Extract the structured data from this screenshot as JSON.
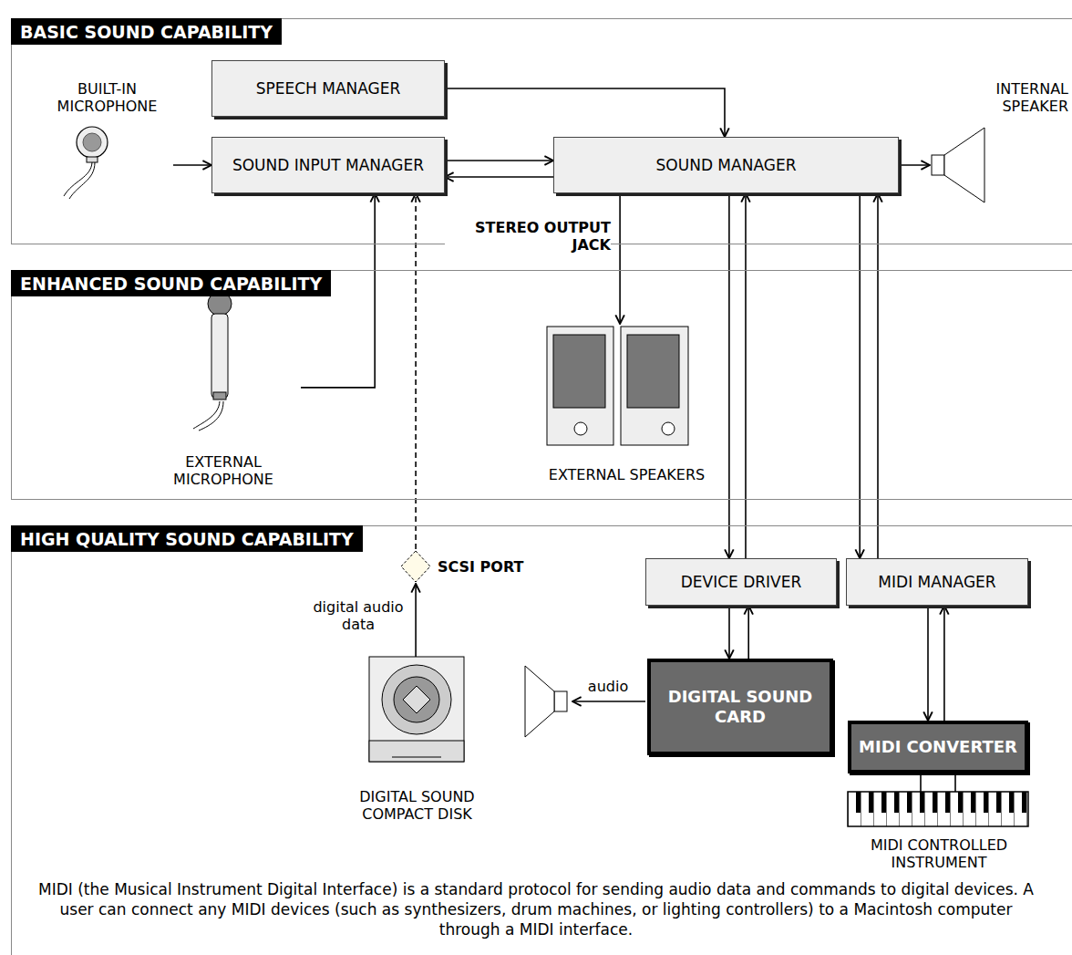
{
  "diagram": {
    "caption": "MIDI (the Musical Instrument Digital Interface) is a standard protocol for sending audio data and commands to digital devices. A user can connect any MIDI devices (such as synthesizers, drum machines, or lighting controllers) to a Macintosh computer through a MIDI interface.",
    "nodes": [
      {
        "text": [
          "BASIC SOUND CAPABILITY"
        ]
      },
      {
        "text": [
          "BUILT-IN MICROPHONE"
        ],
        "in": 0
      },
      {
        "text": [
          "SPEECH MANAGER"
        ],
        "in": 0
      },
      {
        "text": [
          "SOUND INPUT MANAGER"
        ],
        "in": 0
      },
      {
        "text": [
          "SOUND MANAGER"
        ],
        "in": 0
      },
      {
        "text": [
          "INTERNAL SPEAKER"
        ],
        "in": 0
      },
      {
        "text": [
          "ENHANCED SOUND CAPABILITY"
        ]
      },
      {
        "text": [
          "EXTERNAL MICROPHONE"
        ],
        "in": 6
      },
      {
        "text": [
          "EXTERNAL SPEAKERS"
        ],
        "in": 6
      },
      {
        "text": [
          "HIGH QUALITY SOUND CAPABILITY"
        ]
      },
      {
        "text": [
          "SCSI PORT"
        ],
        "in": 9
      },
      {
        "text": [
          "DEVICE DRIVER"
        ],
        "in": 9
      },
      {
        "text": [
          "MIDI MANAGER"
        ],
        "in": 9
      },
      {
        "text": [
          "DIGITAL SOUND COMPACT DISK"
        ],
        "in": 9
      },
      {
        "text": [
          "DIGITAL SOUND CARD"
        ],
        "in": 9
      },
      {
        "text": [
          "MIDI CONVERTER"
        ],
        "in": 9
      },
      {
        "text": [
          "MIDI CONTROLLED INSTRUMENT"
        ],
        "in": 9
      }
    ],
    "edges": [
      {
        "from": 1,
        "to": 3,
        "arrow": "to"
      },
      {
        "from": 2,
        "to": 4,
        "arrow": "to"
      },
      {
        "from": 3,
        "to": 4,
        "arrow": "to"
      },
      {
        "from": 4,
        "to": 3,
        "arrow": "to"
      },
      {
        "from": 4,
        "to": 5,
        "arrow": "to"
      },
      {
        "from": 4,
        "to": 8,
        "label": "STEREO OUTPUT JACK",
        "arrow": "to"
      },
      {
        "from": 7,
        "to": 3,
        "arrow": "to"
      },
      {
        "from": 10,
        "to": 3,
        "arrow": "to"
      },
      {
        "from": 13,
        "to": 10,
        "label": "digital audio data",
        "arrow": "to"
      },
      {
        "from": 4,
        "to": 11,
        "arrow": "to"
      },
      {
        "from": 11,
        "to": 4,
        "arrow": "to"
      },
      {
        "from": 4,
        "to": 12,
        "arrow": "to"
      },
      {
        "from": 12,
        "to": 4,
        "arrow": "to"
      },
      {
        "from": 11,
        "to": 14,
        "arrow": "to"
      },
      {
        "from": 14,
        "to": 11,
        "arrow": "to"
      },
      {
        "from": 12,
        "to": 15,
        "arrow": "to"
      },
      {
        "from": 15,
        "to": 12,
        "arrow": "to"
      },
      {
        "from": 15,
        "to": 16,
        "arrow": "none"
      },
      {
        "from": 15,
        "to": 16,
        "arrow": "none"
      }
    ],
    "labels": [
      "audio"
    ]
  }
}
